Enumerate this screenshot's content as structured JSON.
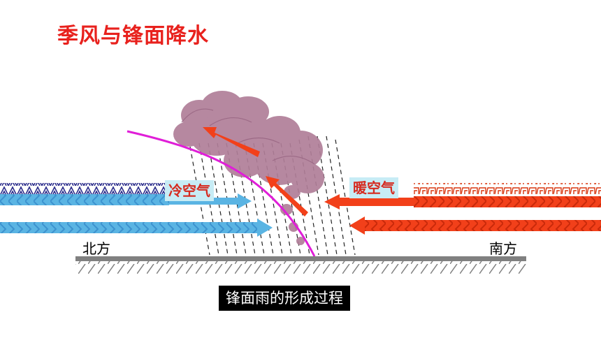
{
  "title": "季风与锋面降水",
  "cold_air_label": "冷空气",
  "warm_air_label": "暖空气",
  "north_label": "北方",
  "south_label": "南方",
  "caption": "锋面雨的形成过程",
  "colors": {
    "title": "#e8211d",
    "cold_arrow": "#5ab4e3",
    "cold_dark": "#2a2b8a",
    "warm_arrow": "#f2401a",
    "front_line": "#e01ed8",
    "cloud": "#b07e98",
    "ground": "#808080"
  }
}
